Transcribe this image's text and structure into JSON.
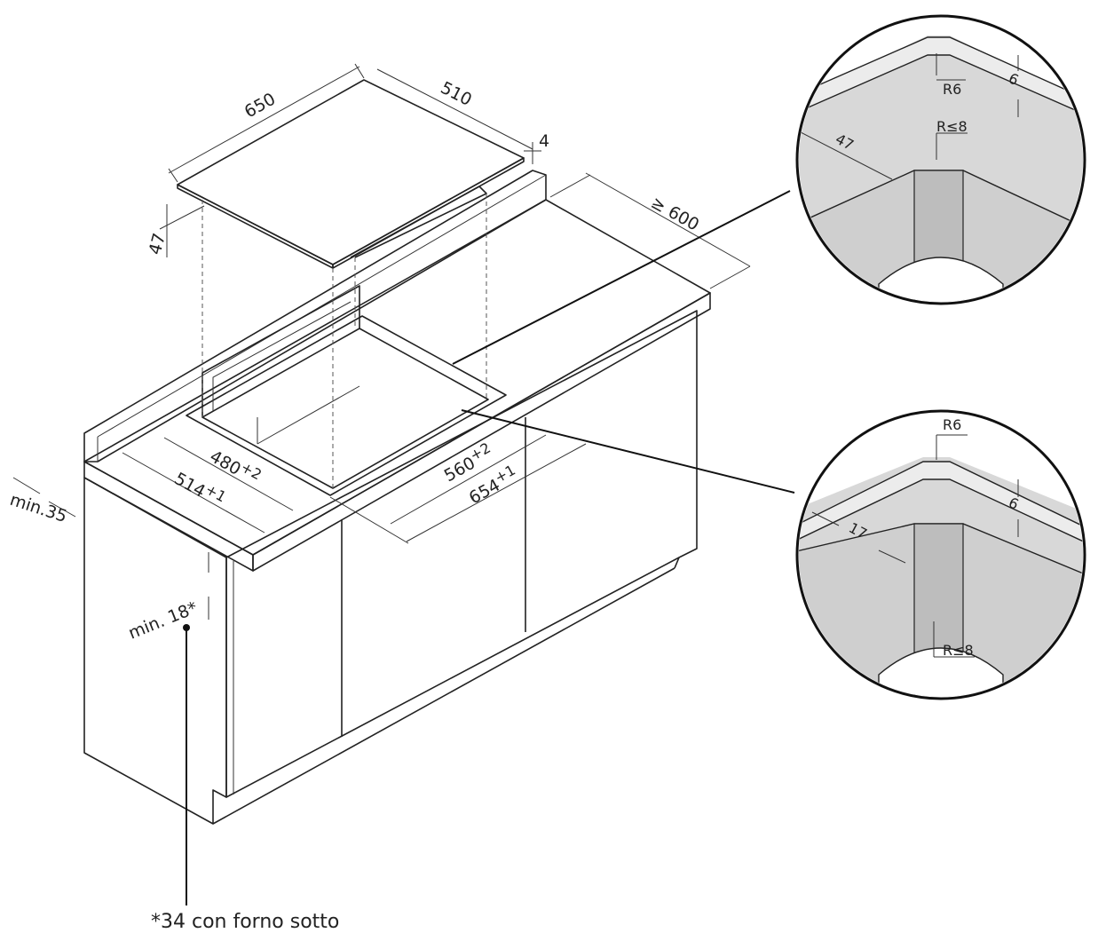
{
  "dimensions": {
    "hob_width": "650",
    "hob_depth": "510",
    "hob_thickness": "4",
    "hob_height": "47",
    "worktop_depth": "≥ 600",
    "cutout_depth": "480",
    "cutout_depth_tol": "+2",
    "frame_depth": "514",
    "frame_depth_tol": "+1",
    "cutout_width": "560",
    "cutout_width_tol": "+2",
    "frame_width": "654",
    "frame_width_tol": "+1",
    "min_front": "min.35",
    "min_thickness": "min. 18*"
  },
  "detail_top": {
    "radius_outer": "R6",
    "depth": "6",
    "width": "47",
    "radius_inner": "R≤8"
  },
  "detail_bottom": {
    "radius_outer": "R6",
    "depth": "6",
    "width": "17",
    "radius_inner": "R≤8"
  },
  "footnote": "*34 con forno sotto"
}
